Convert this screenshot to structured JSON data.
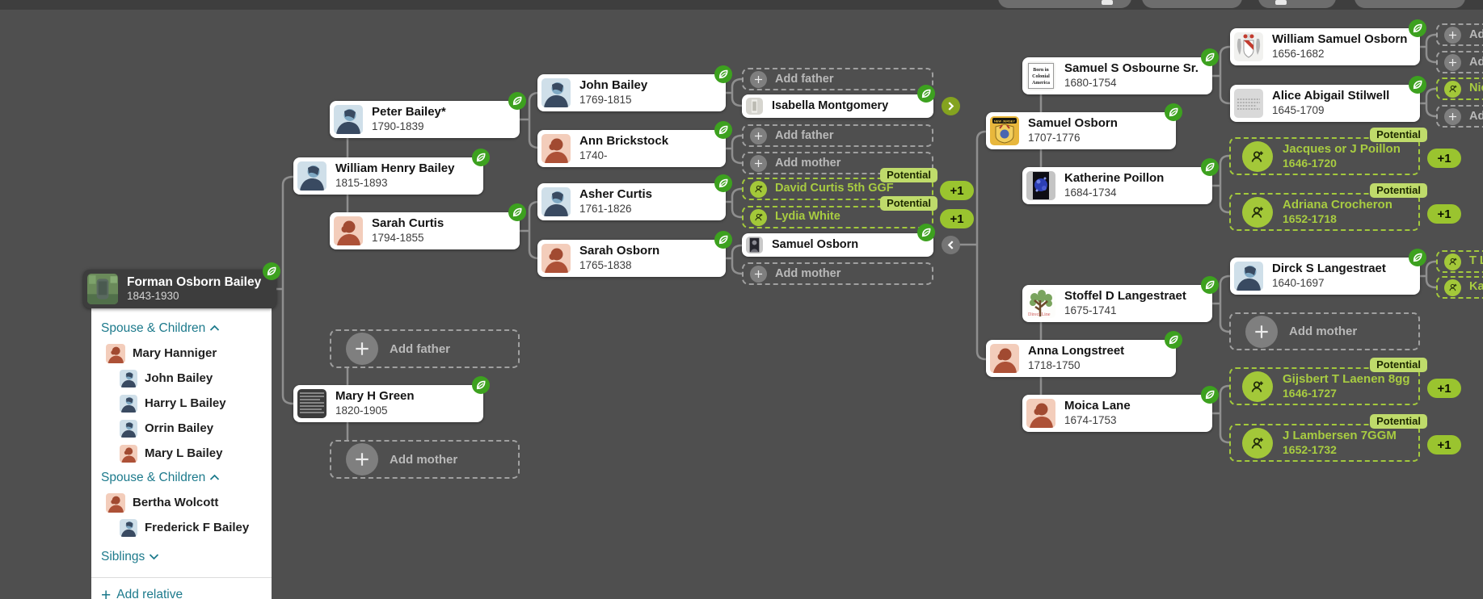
{
  "selected_person": {
    "name": "Forman Osborn Bailey",
    "dates": "1843-1930",
    "photo": "tombstone-photo"
  },
  "panel": {
    "sections": [
      {
        "label": "Spouse & Children",
        "chevron": "up",
        "members": [
          {
            "name": "Mary Hanniger",
            "gender": "f",
            "role": "spouse"
          },
          {
            "name": "John Bailey",
            "gender": "m",
            "role": "child"
          },
          {
            "name": "Harry L Bailey",
            "gender": "m",
            "role": "child"
          },
          {
            "name": "Orrin Bailey",
            "gender": "m",
            "role": "child"
          },
          {
            "name": "Mary L Bailey",
            "gender": "f",
            "role": "child"
          }
        ]
      },
      {
        "label": "Spouse & Children",
        "chevron": "up",
        "members": [
          {
            "name": "Bertha Wolcott",
            "gender": "f",
            "role": "spouse"
          },
          {
            "name": "Frederick F Bailey",
            "gender": "m",
            "role": "child"
          }
        ]
      },
      {
        "label": "Siblings",
        "chevron": "down",
        "members": []
      }
    ],
    "add_relative_label": "Add relative"
  },
  "badges": {
    "potential": "Potential",
    "plus_one": "+1"
  },
  "tree": {
    "cards": [
      {
        "id": "peter",
        "style": "person",
        "name": "Peter Bailey*",
        "dates": "1790-1839",
        "photo": "male-avatar",
        "leaf": true
      },
      {
        "id": "william",
        "style": "person",
        "name": "William Henry Bailey",
        "dates": "1815-1893",
        "photo": "male-avatar",
        "leaf": true
      },
      {
        "id": "sarahc",
        "style": "person",
        "name": "Sarah Curtis",
        "dates": "1794-1855",
        "photo": "female-avatar",
        "leaf": true
      },
      {
        "id": "addf_green",
        "style": "add",
        "label": "Add father"
      },
      {
        "id": "maryg",
        "style": "person",
        "name": "Mary H Green",
        "dates": "1820-1905",
        "photo": "newspaper-photo",
        "leaf": true
      },
      {
        "id": "addm_green",
        "style": "add",
        "label": "Add mother"
      },
      {
        "id": "john",
        "style": "person",
        "name": "John Bailey",
        "dates": "1769-1815",
        "photo": "male-avatar",
        "leaf": true
      },
      {
        "id": "ann",
        "style": "person",
        "name": "Ann Brickstock",
        "dates": "1740-",
        "photo": "female-avatar",
        "leaf": true
      },
      {
        "id": "asher",
        "style": "person",
        "name": "Asher Curtis",
        "dates": "1761-1826",
        "photo": "male-avatar",
        "leaf": true
      },
      {
        "id": "saraho",
        "style": "person",
        "name": "Sarah Osborn",
        "dates": "1765-1838",
        "photo": "female-avatar",
        "leaf": true
      },
      {
        "id": "addf_isb",
        "style": "add-sm",
        "label": "Add father"
      },
      {
        "id": "isabella",
        "style": "person-sm",
        "name": "Isabella Montgomery",
        "photo": "statue-photo",
        "leaf": true,
        "nav": "next"
      },
      {
        "id": "addf_ann",
        "style": "add-sm",
        "label": "Add father"
      },
      {
        "id": "addm_ann",
        "style": "add-sm",
        "label": "Add mother"
      },
      {
        "id": "david",
        "style": "pot-sm",
        "name": "David Curtis 5th GGF",
        "potential": true,
        "plus_one": true
      },
      {
        "id": "lydia",
        "style": "pot-sm",
        "name": "Lydia White",
        "potential": true,
        "plus_one": true
      },
      {
        "id": "samuelo_mid",
        "style": "person-sm",
        "name": "Samuel Osborn",
        "photo": "portrait-photo",
        "leaf": true,
        "nav": "prev"
      },
      {
        "id": "addm_so",
        "style": "add-sm",
        "label": "Add mother"
      },
      {
        "id": "osbourne",
        "style": "person",
        "name": "Samuel S Osbourne Sr.",
        "dates": "1680-1754",
        "photo": "colonial-badge",
        "leaf": true
      },
      {
        "id": "samuelo_r",
        "style": "person",
        "name": "Samuel Osborn",
        "dates": "1707-1776",
        "photo": "new-jersey-crest",
        "leaf": true
      },
      {
        "id": "katherine",
        "style": "person",
        "name": "Katherine Poillon",
        "dates": "1684-1734",
        "photo": "blue-crest",
        "leaf": true
      },
      {
        "id": "stoffel",
        "style": "person",
        "name": "Stoffel D Langestraet",
        "dates": "1675-1741",
        "photo": "direct-line-tree",
        "leaf": true
      },
      {
        "id": "anna",
        "style": "person",
        "name": "Anna Longstreet",
        "dates": "1718-1750",
        "photo": "female-avatar",
        "leaf": true
      },
      {
        "id": "moica",
        "style": "person",
        "name": "Moica Lane",
        "dates": "1674-1753",
        "photo": "female-avatar",
        "leaf": true
      },
      {
        "id": "wso",
        "style": "person",
        "name": "William Samuel Osborn",
        "dates": "1656-1682",
        "photo": "red-crest",
        "leaf": true
      },
      {
        "id": "alice",
        "style": "person",
        "name": "Alice Abigail Stilwell",
        "dates": "1645-1709",
        "photo": "document-photo",
        "leaf": true
      },
      {
        "id": "jacques",
        "style": "pot",
        "name": "Jacques or J Poillon",
        "dates": "1646-1720",
        "potential": true,
        "plus_one": true
      },
      {
        "id": "adriana",
        "style": "pot",
        "name": "Adriana Crocheron",
        "dates": "1652-1718",
        "potential": true,
        "plus_one": true
      },
      {
        "id": "dirck",
        "style": "person",
        "name": "Dirck S Langestraet",
        "dates": "1640-1697",
        "photo": "male-avatar",
        "leaf": true
      },
      {
        "id": "addm_dirck",
        "style": "add",
        "label": "Add mother"
      },
      {
        "id": "gijsbert",
        "style": "pot",
        "name": "Gijsbert T Laenen 8gg",
        "dates": "1646-1727",
        "potential": true,
        "plus_one": true
      },
      {
        "id": "lambersen",
        "style": "pot",
        "name": "J Lambersen 7GGM",
        "dates": "1652-1732",
        "potential": true,
        "plus_one": true
      },
      {
        "id": "add_r1",
        "style": "add-sm",
        "label": "Add",
        "clipped": true
      },
      {
        "id": "add_r2",
        "style": "add-sm",
        "label": "Add",
        "clipped": true
      },
      {
        "id": "nich",
        "style": "pot-sm",
        "name": "Nich",
        "clipped": true
      },
      {
        "id": "add_r3",
        "style": "add-sm",
        "label": "Add",
        "clipped": true
      },
      {
        "id": "tla",
        "style": "pot-sm",
        "name": "T La",
        "clipped": true
      },
      {
        "id": "kate",
        "style": "pot-sm",
        "name": "Kate",
        "clipped": true
      }
    ]
  }
}
